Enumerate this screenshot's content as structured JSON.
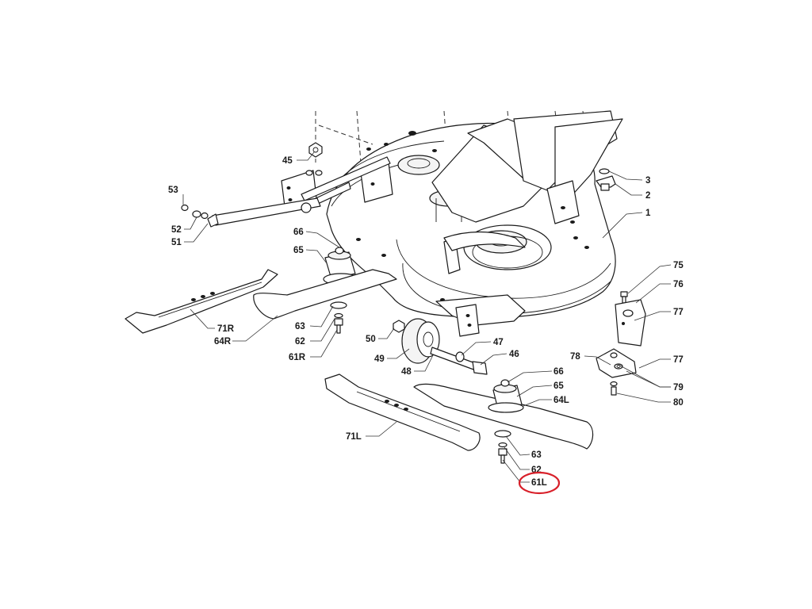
{
  "diagram": {
    "highlight_color": "#d8202a",
    "callouts": [
      {
        "id": "45",
        "text": "45"
      },
      {
        "id": "3",
        "text": "3"
      },
      {
        "id": "2",
        "text": "2"
      },
      {
        "id": "1",
        "text": "1"
      },
      {
        "id": "53",
        "text": "53"
      },
      {
        "id": "52",
        "text": "52"
      },
      {
        "id": "51",
        "text": "51"
      },
      {
        "id": "66a",
        "text": "66"
      },
      {
        "id": "65a",
        "text": "65"
      },
      {
        "id": "75",
        "text": "75"
      },
      {
        "id": "76",
        "text": "76"
      },
      {
        "id": "77a",
        "text": "77"
      },
      {
        "id": "71R",
        "text": "71R"
      },
      {
        "id": "64R",
        "text": "64R"
      },
      {
        "id": "63a",
        "text": "63"
      },
      {
        "id": "62a",
        "text": "62"
      },
      {
        "id": "61R",
        "text": "61R"
      },
      {
        "id": "50",
        "text": "50"
      },
      {
        "id": "49",
        "text": "49"
      },
      {
        "id": "48",
        "text": "48"
      },
      {
        "id": "47",
        "text": "47"
      },
      {
        "id": "46",
        "text": "46"
      },
      {
        "id": "78",
        "text": "78"
      },
      {
        "id": "77b",
        "text": "77"
      },
      {
        "id": "79",
        "text": "79"
      },
      {
        "id": "80",
        "text": "80"
      },
      {
        "id": "66b",
        "text": "66"
      },
      {
        "id": "65b",
        "text": "65"
      },
      {
        "id": "64L",
        "text": "64L"
      },
      {
        "id": "71L",
        "text": "71L"
      },
      {
        "id": "63b",
        "text": "63"
      },
      {
        "id": "62b",
        "text": "62"
      },
      {
        "id": "61L",
        "text": "61L"
      }
    ]
  }
}
